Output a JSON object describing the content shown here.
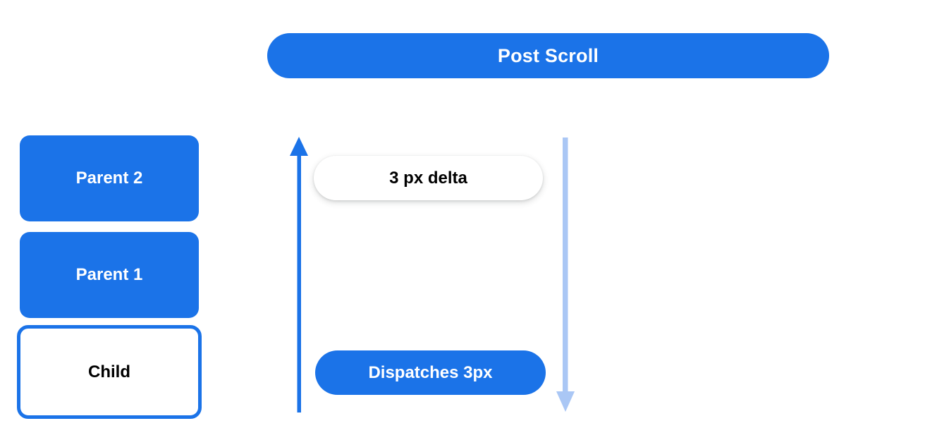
{
  "diagram": {
    "title": "Post Scroll",
    "background_color": "#ffffff",
    "accent_color": "#1b73e8",
    "light_accent_color": "#aac7f5",
    "header": {
      "label": "Post Scroll"
    },
    "boxes": [
      {
        "label": "Parent 2",
        "style": "filled"
      },
      {
        "label": "Parent 1",
        "style": "filled"
      },
      {
        "label": "Child",
        "style": "outlined"
      }
    ],
    "arrows": [
      {
        "name": "scroll-up-arrow",
        "direction": "up",
        "color": "#1b73e8"
      },
      {
        "name": "scroll-down-arrow",
        "direction": "down",
        "color": "#aac7f5"
      }
    ],
    "annotations": [
      {
        "label": "3 px delta",
        "style": "white"
      },
      {
        "label": "Dispatches 3px",
        "style": "blue"
      }
    ]
  }
}
